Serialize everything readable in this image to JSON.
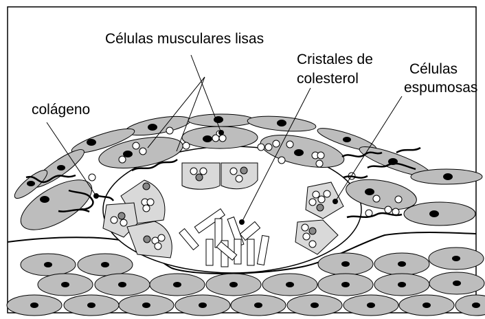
{
  "labels": {
    "smooth_muscle": "Células musculares lisas",
    "cholesterol_line1": "Cristales de",
    "cholesterol_line2": "colesterol",
    "foam_line1": "Células",
    "foam_line2": "espumosas",
    "collagen": "colágeno"
  },
  "colors": {
    "cell_fill": "#bdbdbd",
    "foam_cell_fill": "#d9d9d9",
    "nucleus": "#000000",
    "outline": "#000000",
    "background": "#ffffff"
  }
}
